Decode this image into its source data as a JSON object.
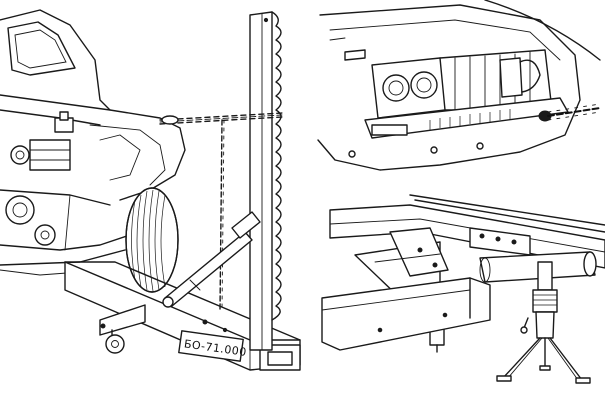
{
  "beam_plate": {
    "text": "БО-71.000"
  },
  "colors": {
    "ink": "#1a1a1a",
    "paper": "#ffffff"
  },
  "panels": [
    {
      "name": "car-frame-straightening-rig",
      "icon": "straightening-rig-drawing"
    },
    {
      "name": "car-front-pulled-by-chain",
      "icon": "car-front-drawing"
    },
    {
      "name": "beam-support-stand",
      "icon": "support-stand-drawing"
    }
  ]
}
